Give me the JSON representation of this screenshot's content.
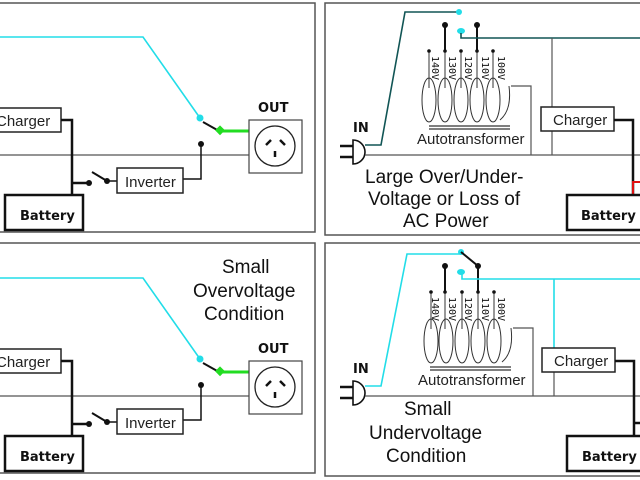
{
  "figure": {
    "description": "UPS operating modes diagram with autotransformer voltage regulation",
    "colors": {
      "live_wire": "#22dde8",
      "output_wire": "#22dd22",
      "battery_link": "#e01010",
      "neutral_wire": "#555555",
      "dc_wire": "#111111"
    }
  },
  "panels": [
    {
      "id": "top-left",
      "caption": "",
      "labels": {
        "charger": "Charger",
        "inverter": "Inverter",
        "battery": "Battery",
        "out": "OUT"
      }
    },
    {
      "id": "top-right",
      "caption_lines": [
        "Large Over/Under-",
        "Voltage or Loss of",
        "AC Power"
      ],
      "labels": {
        "in": "IN",
        "autotransformer": "Autotransformer",
        "charger": "Charger",
        "battery": "Battery"
      },
      "taps": [
        "140V",
        "130V",
        "120V",
        "110V",
        "100V"
      ]
    },
    {
      "id": "bottom-left",
      "caption_lines": [
        "Small",
        "Overvoltage",
        "Condition"
      ],
      "labels": {
        "charger": "Charger",
        "inverter": "Inverter",
        "battery": "Battery",
        "out": "OUT"
      }
    },
    {
      "id": "bottom-right",
      "caption_lines": [
        "Small",
        "Undervoltage",
        "Condition"
      ],
      "labels": {
        "in": "IN",
        "autotransformer": "Autotransformer",
        "charger": "Charger",
        "battery": "Battery"
      },
      "taps": [
        "140V",
        "130V",
        "120V",
        "110V",
        "100V"
      ]
    }
  ]
}
